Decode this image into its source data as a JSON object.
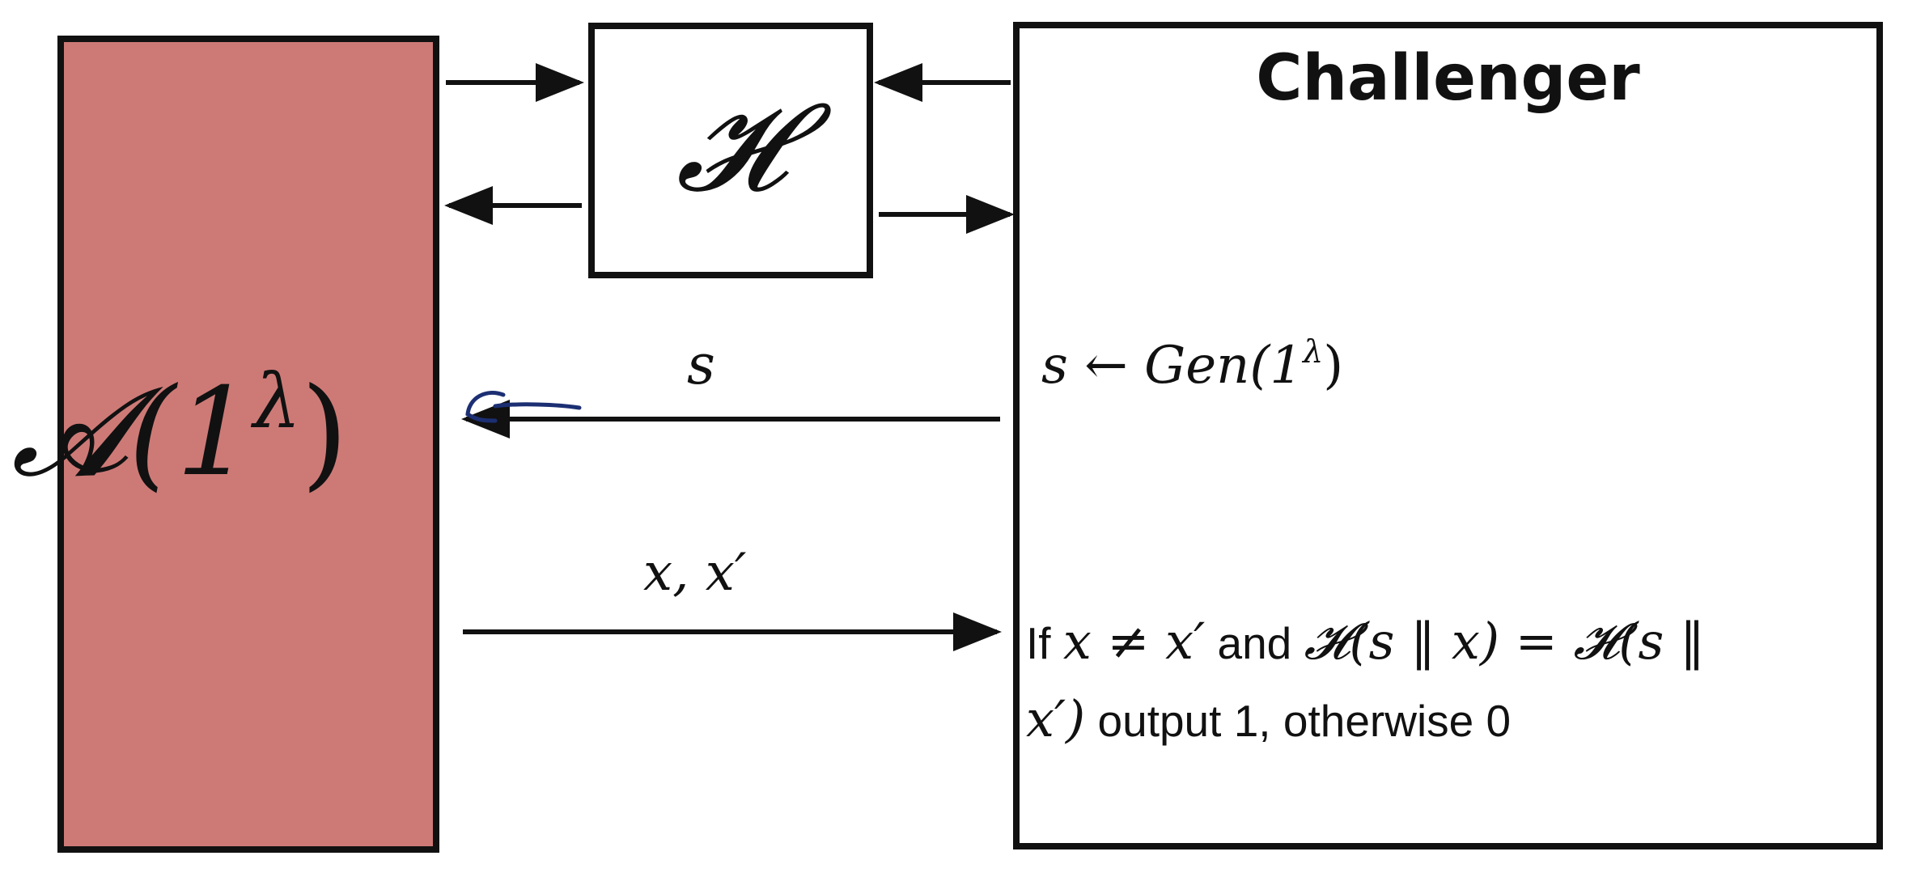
{
  "challenger": {
    "title": "Challenger",
    "gen_line": "s ← Gen(1",
    "gen_close": ")",
    "lambda": "λ",
    "condition": {
      "if_word": "If",
      "neq": "x ≠ x′",
      "and_word": "and",
      "eq_part": "𝓗(s ‖ x) = 𝓗(s ‖",
      "line2_math": "x′)",
      "line2_text": "output 1, otherwise 0"
    }
  },
  "adversary": {
    "label_prefix": "𝓐(1",
    "lambda": "λ",
    "label_suffix": ")",
    "fill_color": "#cd7a77"
  },
  "hash_oracle": {
    "symbol": "𝓗"
  },
  "messages": {
    "challenger_to_adversary": "s",
    "adversary_to_challenger": "x, x′"
  },
  "colors": {
    "stroke": "#111111",
    "annotation_blue": "#1c2f73"
  }
}
